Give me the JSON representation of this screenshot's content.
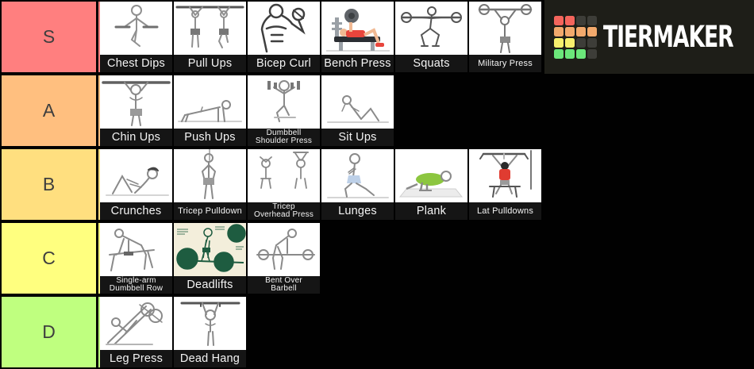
{
  "logo": {
    "text": "TIERMAKER",
    "panel_bg": "#1e1e18",
    "grid": [
      [
        "#f4655c",
        "#f4655c",
        "#3d3d38",
        "#3d3d38"
      ],
      [
        "#f2a96c",
        "#f2a96c",
        "#f2a96c",
        "#f2a96c"
      ],
      [
        "#f7ef6d",
        "#f7ef6d",
        "#3d3d38",
        "#3d3d38"
      ],
      [
        "#6be77a",
        "#6be77a",
        "#6be77a",
        "#3d3d38"
      ]
    ]
  },
  "tiers": [
    {
      "label": "S",
      "color": "#ff7f7f",
      "items": [
        {
          "name": "Chest Dips",
          "icon": "chest-dips",
          "size": "lg"
        },
        {
          "name": "Pull Ups",
          "icon": "pull-ups",
          "size": "lg"
        },
        {
          "name": "Bicep Curl",
          "icon": "bicep-curl",
          "size": "lg"
        },
        {
          "name": "Bench Press",
          "icon": "bench-press",
          "size": "lg"
        },
        {
          "name": "Squats",
          "icon": "squats",
          "size": "lg"
        },
        {
          "name": "Military Press",
          "icon": "military-press",
          "size": "sm"
        }
      ]
    },
    {
      "label": "A",
      "color": "#ffbf7f",
      "items": [
        {
          "name": "Chin Ups",
          "icon": "chin-ups",
          "size": "lg"
        },
        {
          "name": "Push Ups",
          "icon": "push-ups",
          "size": "lg"
        },
        {
          "name": "Dumbbell\nShoulder Press",
          "icon": "dumbbell-shoulder-press",
          "size": "xs"
        },
        {
          "name": "Sit Ups",
          "icon": "sit-ups",
          "size": "lg"
        }
      ]
    },
    {
      "label": "B",
      "color": "#ffdf7f",
      "items": [
        {
          "name": "Crunches",
          "icon": "crunches",
          "size": "lg"
        },
        {
          "name": "Tricep Pulldown",
          "icon": "tricep-pulldown",
          "size": "sm"
        },
        {
          "name": "Tricep\nOverhead Press",
          "icon": "tricep-overhead-press",
          "size": "xs"
        },
        {
          "name": "Lunges",
          "icon": "lunges",
          "size": "lg"
        },
        {
          "name": "Plank",
          "icon": "plank",
          "size": "lg"
        },
        {
          "name": "Lat Pulldowns",
          "icon": "lat-pulldowns",
          "size": "sm"
        }
      ]
    },
    {
      "label": "C",
      "color": "#ffff7f",
      "items": [
        {
          "name": "Single-arm\nDumbbell Row",
          "icon": "single-arm-dumbbell-row",
          "size": "xs"
        },
        {
          "name": "Deadlifts",
          "icon": "deadlifts",
          "size": "lg"
        },
        {
          "name": "Bent Over\nBarbell",
          "icon": "bent-over-barbell",
          "size": "xs"
        }
      ]
    },
    {
      "label": "D",
      "color": "#bfff7f",
      "items": [
        {
          "name": "Leg Press",
          "icon": "leg-press",
          "size": "lg"
        },
        {
          "name": "Dead Hang",
          "icon": "dead-hang",
          "size": "lg"
        }
      ]
    }
  ]
}
